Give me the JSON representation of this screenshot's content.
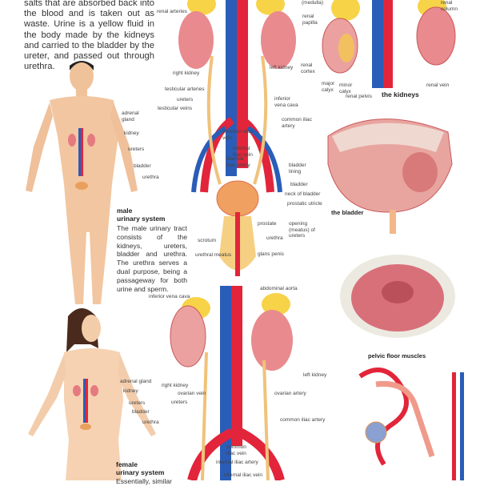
{
  "intro_text": "salts that are absorbed back into the blood and is taken out as waste. Urine is a yellow fluid in the body made by the kidneys and carried to the bladder by the ureter, and passed out through urethra.",
  "male": {
    "title_line1": "male",
    "title_line2": "urinary system",
    "description": "The male urinary tract consists of the kidneys, ureters, bladder and urethra. The urethra serves a dual purpose, being a passageway for both urine and sperm.",
    "figure_labels": [
      "adrenal gland",
      "kidney",
      "ureters",
      "bladder",
      "urethra"
    ],
    "diagram_labels": {
      "renal_arteries": "renal arteries",
      "right_kidney": "right kidney",
      "left_kidney": "left kidney",
      "testicular_arteries": "testicular arteries",
      "ureters": "ureters",
      "testicular_veins": "testicular veins",
      "inferior_vena_cava": "inferior vena cava",
      "common_iliac_artery": "common iliac artery",
      "common_iliac_vein": "common iliac vein",
      "internal_iliac_vein": "internal iliac vein",
      "internal_iliac_artery": "internal iliac artery",
      "bladder_lining": "bladder lining",
      "bladder": "bladder",
      "neck_of_bladder": "neck of bladder",
      "prostatic_utricle": "prostatic utricle",
      "prostate": "prostate",
      "opening_of_ureters": "opening (meatus) of ureters",
      "scrotum": "scrotum",
      "urethra": "urethra",
      "urethral_meatus": "urethral meatus",
      "glans_penis": "glans penis"
    }
  },
  "kidneys": {
    "title": "the kidneys",
    "labels": {
      "medulla": "(medulla)",
      "renal_papilla": "renal papilla",
      "renal_cortex": "renal cortex",
      "major_calyx": "major calyx",
      "minor_calyx": "minor calyx",
      "renal_pelvis": "renal pelvis",
      "renal_column": "renal column",
      "renal_vein": "renal vein"
    }
  },
  "bladder_title": "the bladder",
  "pelvic_title": "pelvic floor muscles",
  "female": {
    "title_line1": "female",
    "title_line2": "urinary system",
    "description": "Essentially, similar",
    "figure_labels": [
      "adrenal gland",
      "kidney",
      "ureters",
      "bladder",
      "urethra"
    ],
    "diagram_labels": {
      "inferior_vena_cava": "inferior vena cava",
      "abdominal_aorta": "abdominal aorta",
      "right_kidney": "right kidney",
      "left_kidney": "left kidney",
      "ovarian_vein": "ovarian vein",
      "ovarian_artery": "ovarian artery",
      "ureters": "ureters",
      "common_iliac_artery": "common iliac artery",
      "common_iliac_vein": "common iliac vein",
      "internal_iliac_artery": "internal iliac artery",
      "internal_iliac_vein": "internal iliac vein"
    }
  },
  "colors": {
    "artery": "#e2253a",
    "vein": "#2a5db8",
    "kidney": "#e98a8e",
    "fat": "#f7d348",
    "ureter": "#f0c27a",
    "skin": "#f3c9a0"
  }
}
